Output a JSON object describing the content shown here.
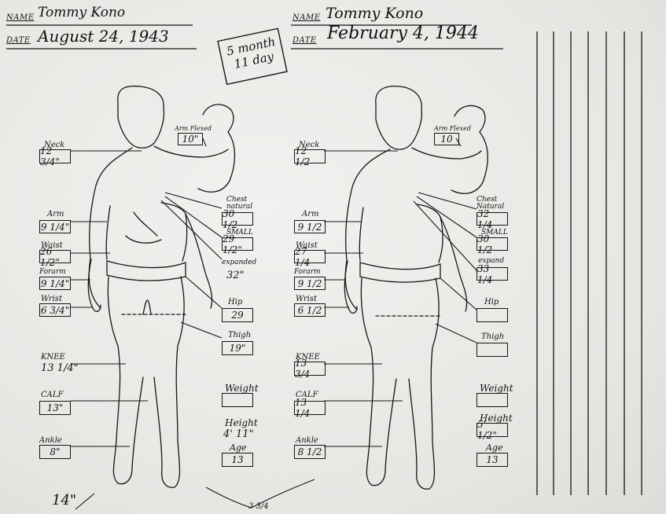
{
  "left": {
    "name_label": "NAME",
    "name_value": "Tommy Kono",
    "date_label": "DATE",
    "date_value": "August 24, 1943",
    "measures": {
      "neck": {
        "label": "Neck",
        "value": "12 3/4\""
      },
      "arm_flexed": {
        "label": "Arm Flexed",
        "value": "10\""
      },
      "chest_natural": {
        "label": "Chest natural",
        "value": "30 1/2"
      },
      "small": {
        "label": "SMALL",
        "value": "29 1/2\""
      },
      "expanded": {
        "label": "expanded",
        "value": "32\""
      },
      "arm": {
        "label": "Arm",
        "value": "9 1/4\""
      },
      "waist": {
        "label": "Waist",
        "value": "26 1/2\""
      },
      "forearm": {
        "label": "Forarm",
        "value": "9 1/4\""
      },
      "wrist": {
        "label": "Wrist",
        "value": "6 3/4\""
      },
      "hip": {
        "label": "Hip",
        "value": "29"
      },
      "thigh": {
        "label": "Thigh",
        "value": "19\""
      },
      "knee": {
        "label": "KNEE",
        "value": "13 1/4\""
      },
      "calf": {
        "label": "CALF",
        "value": "13\""
      },
      "weight": {
        "label": "Weight",
        "value": ""
      },
      "height": {
        "label": "Height",
        "value": "4' 11\""
      },
      "ankle": {
        "label": "Ankle",
        "value": "8\""
      },
      "age": {
        "label": "Age",
        "value": "13"
      }
    }
  },
  "stamp": {
    "line1": "5 month",
    "line2": "11 day"
  },
  "right": {
    "name_label": "NAME",
    "name_value": "Tommy Kono",
    "date_label": "DATE",
    "date_value": "February 4, 1944",
    "measures": {
      "neck": {
        "label": "Neck",
        "value": "12 1/2"
      },
      "arm_flexed": {
        "label": "Arm Flexed",
        "value": "10"
      },
      "chest_natural": {
        "label": "Chest Natural",
        "value": "32 1/4"
      },
      "small": {
        "label": "SMALL",
        "value": "30 1/2"
      },
      "expand": {
        "label": "expand",
        "value": "33 1/4"
      },
      "arm": {
        "label": "Arm",
        "value": "9 1/2"
      },
      "waist": {
        "label": "Waist",
        "value": "27 1/4"
      },
      "forearm": {
        "label": "Forarm",
        "value": "9 1/2"
      },
      "wrist": {
        "label": "Wrist",
        "value": "6 1/2"
      },
      "hip": {
        "label": "Hip",
        "value": ""
      },
      "thigh": {
        "label": "Thigh",
        "value": ""
      },
      "knee": {
        "label": "KNEE",
        "value": "13 3/4"
      },
      "calf": {
        "label": "CALF",
        "value": "13 1/4"
      },
      "weight": {
        "label": "Weight",
        "value": ""
      },
      "height": {
        "label": "Height",
        "value": "5' 1/2\""
      },
      "ankle": {
        "label": "Ankle",
        "value": "8 1/2"
      },
      "age": {
        "label": "Age",
        "value": "13"
      }
    }
  },
  "footer": {
    "left_note": "14\"",
    "center_note": "3 3/4"
  }
}
